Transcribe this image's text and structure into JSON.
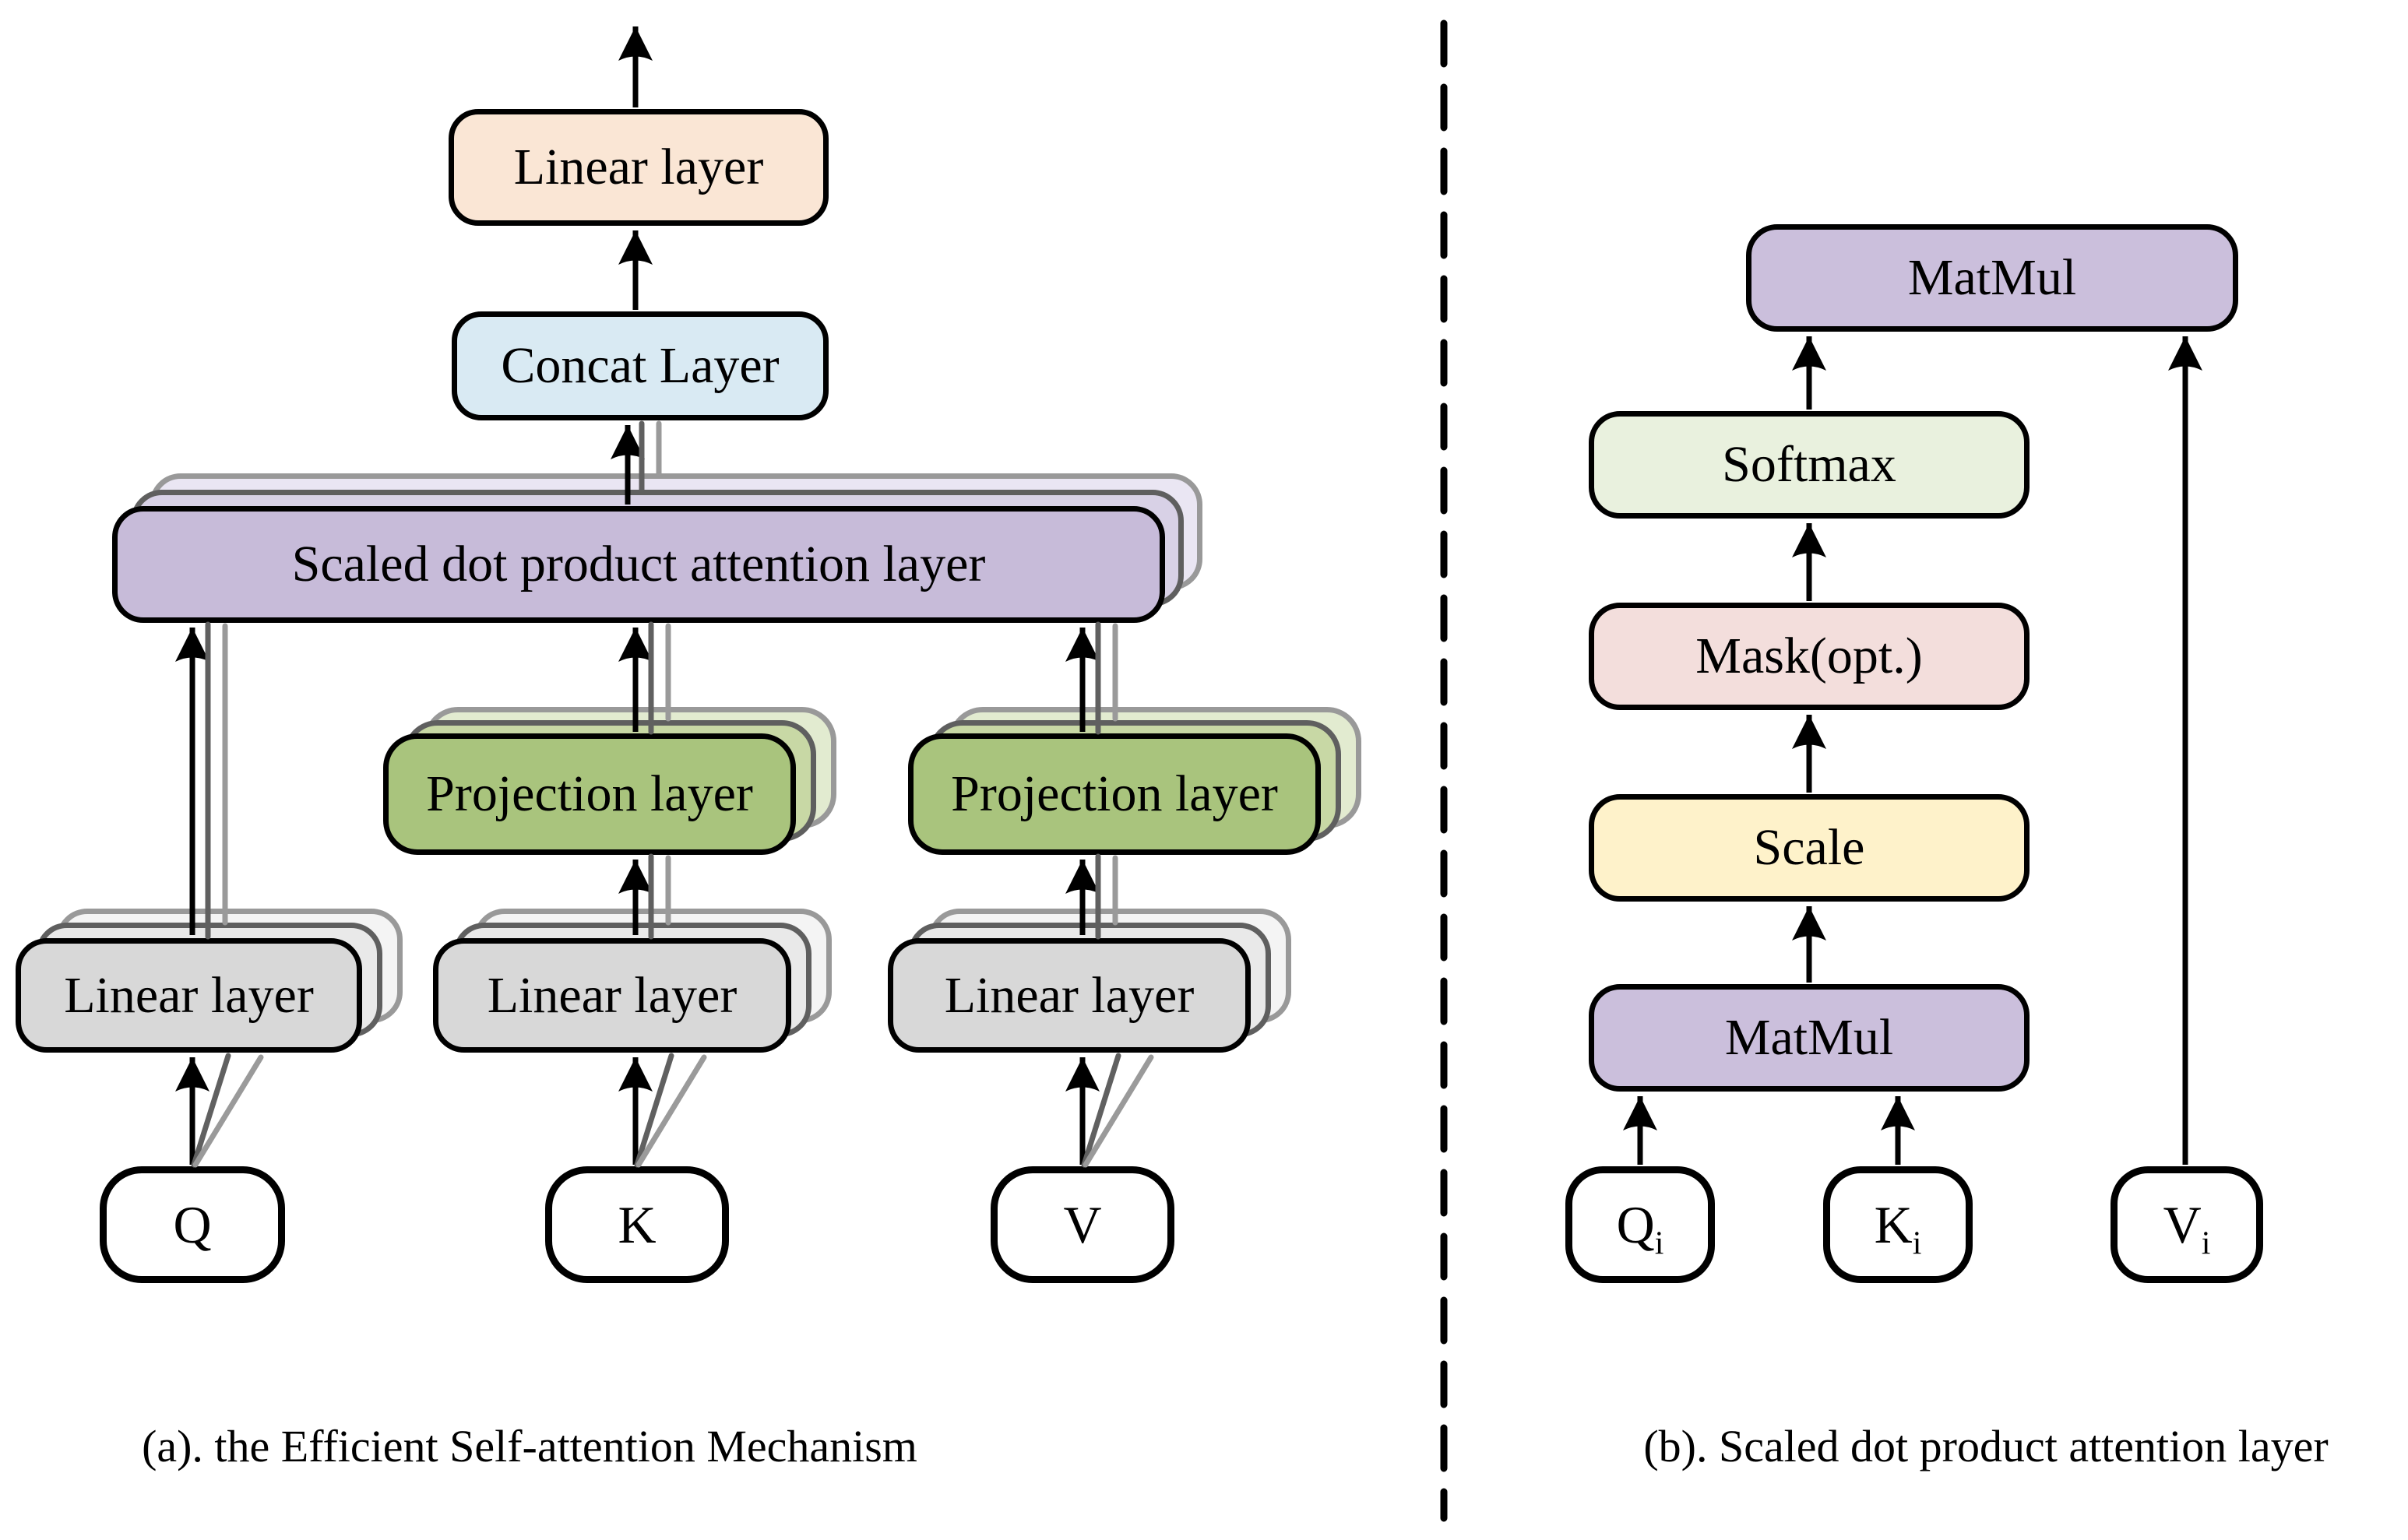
{
  "figure": {
    "panel_a": {
      "caption": "(a). the Efficient Self-attention Mechanism",
      "output_linear": "Linear layer",
      "concat": "Concat Layer",
      "attention": "Scaled dot product attention layer",
      "projection_k": "Projection layer",
      "projection_v": "Projection layer",
      "linear_q": "Linear layer",
      "linear_k": "Linear layer",
      "linear_v": "Linear layer",
      "input_q": "Q",
      "input_k": "K",
      "input_v": "V"
    },
    "panel_b": {
      "caption": "(b). Scaled dot product attention layer",
      "matmul_top": "MatMul",
      "softmax": "Softmax",
      "mask": "Mask(opt.)",
      "scale": "Scale",
      "matmul_bottom": "MatMul",
      "input_q_base": "Q",
      "input_q_sub": "i",
      "input_k_base": "K",
      "input_k_sub": "i",
      "input_v_base": "V",
      "input_v_sub": "i"
    },
    "colors": {
      "output_linear": "#FAE6D5",
      "concat": "#D9EAF3",
      "attention": "#C7BBD9",
      "attention_back1": "#D8D1E6",
      "attention_back2": "#EAE6F3",
      "projection": "#A9C47D",
      "projection_back1": "#C8D8A5",
      "projection_back2": "#E2EBD0",
      "linear": "#D8D8D8",
      "linear_back1": "#E9E9E9",
      "linear_back2": "#F4F4F4",
      "softmax": "#E9F1DE",
      "mask": "#F3DEDC",
      "scale": "#FEF2CA",
      "matmul": "#CBBFDC",
      "input_box": "#FFFFFF",
      "outline": "#000000",
      "stack_outline_dark": "#5F5F5F",
      "stack_outline_light": "#999999"
    }
  }
}
